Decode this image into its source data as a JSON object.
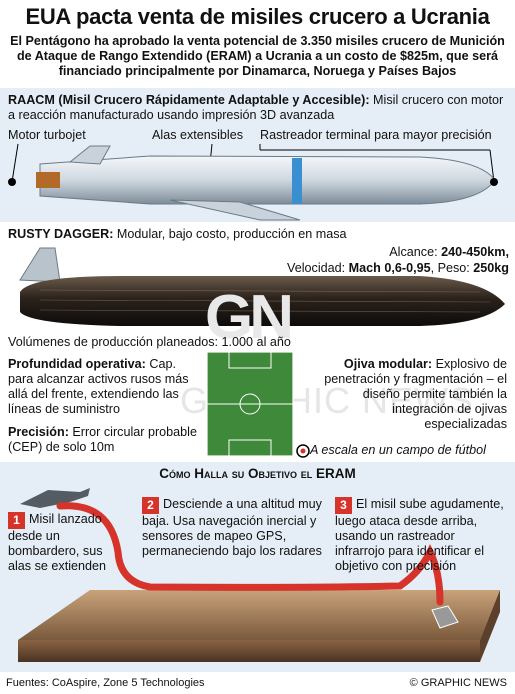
{
  "header": {
    "title": "EUA pacta venta de misiles crucero a Ucrania",
    "subtitle": "El  Pentágono ha aprobado la venta potencial de 3.350 misiles crucero de Munición de Ataque de Rango Extendido (ERAM) a Ucrania a un costo de $825m, que será financiado principalmente por Dinamarca, Noruega y Países Bajos"
  },
  "raacm": {
    "name": "RAACM (Misil Crucero Rápidamente Adaptable y Accesible):",
    "desc": " Misil crucero con motor a reacción manufacturado usando impresión 3D avanzada",
    "labels": {
      "engine": "Motor turbojet",
      "wings": "Alas extensibles",
      "tracker": "Rastreador terminal para mayor precisión"
    }
  },
  "rusty": {
    "name": "RUSTY DAGGER:",
    "desc": " Modular, bajo costo, producción en masa",
    "range_label": "Alcance: ",
    "range_value": "240-450km,",
    "speed_label": "Velocidad: ",
    "speed_value": "Mach 0,6-0,95",
    "weight_label": ", Peso: ",
    "weight_value": "250kg"
  },
  "volumes": "Volúmenes de producción planeados: 1.000 al año",
  "features": {
    "depth_title": "Profundidad operativa:",
    "depth_text": " Cap. para alcanzar activos rusos más allá del frente, extendiendo las líneas de suministro",
    "precision_title": "Precisión:",
    "precision_text": " Error circular probable (CEP) de solo 10m",
    "warhead_title": "Ojiva modular:",
    "warhead_text": " Explosivo de penetración y fragmentación – el diseño permite también la integración de ojivas especializadas",
    "scale_note": "A escala en un campo de fútbol"
  },
  "eram": {
    "heading": "Cómo Halla su Objetivo el ERAM",
    "steps": [
      {
        "num": "1",
        "text": "Misil lanzado desde un bombardero, sus alas se extienden"
      },
      {
        "num": "2",
        "text": "Desciende a una altitud muy baja. Usa navegación inercial y sensores de mapeo GPS, permaneciendo bajo los radares"
      },
      {
        "num": "3",
        "text": "El misil sube agudamente, luego ataca desde arriba, usando un rastreador infrarrojo para identificar el objetivo con precisión"
      }
    ]
  },
  "footer": {
    "sources": "Fuentes: CoAspire, Zone 5 Technologies",
    "credit": "© GRAPHIC NEWS"
  },
  "watermark": {
    "logo": "GN",
    "text": "GRAPHIC NEWS"
  },
  "colors": {
    "accent": "#d6342b",
    "band": "#e5eef6",
    "missile_blue": "#3a8fd0",
    "pitch": "#3f8a3a"
  }
}
